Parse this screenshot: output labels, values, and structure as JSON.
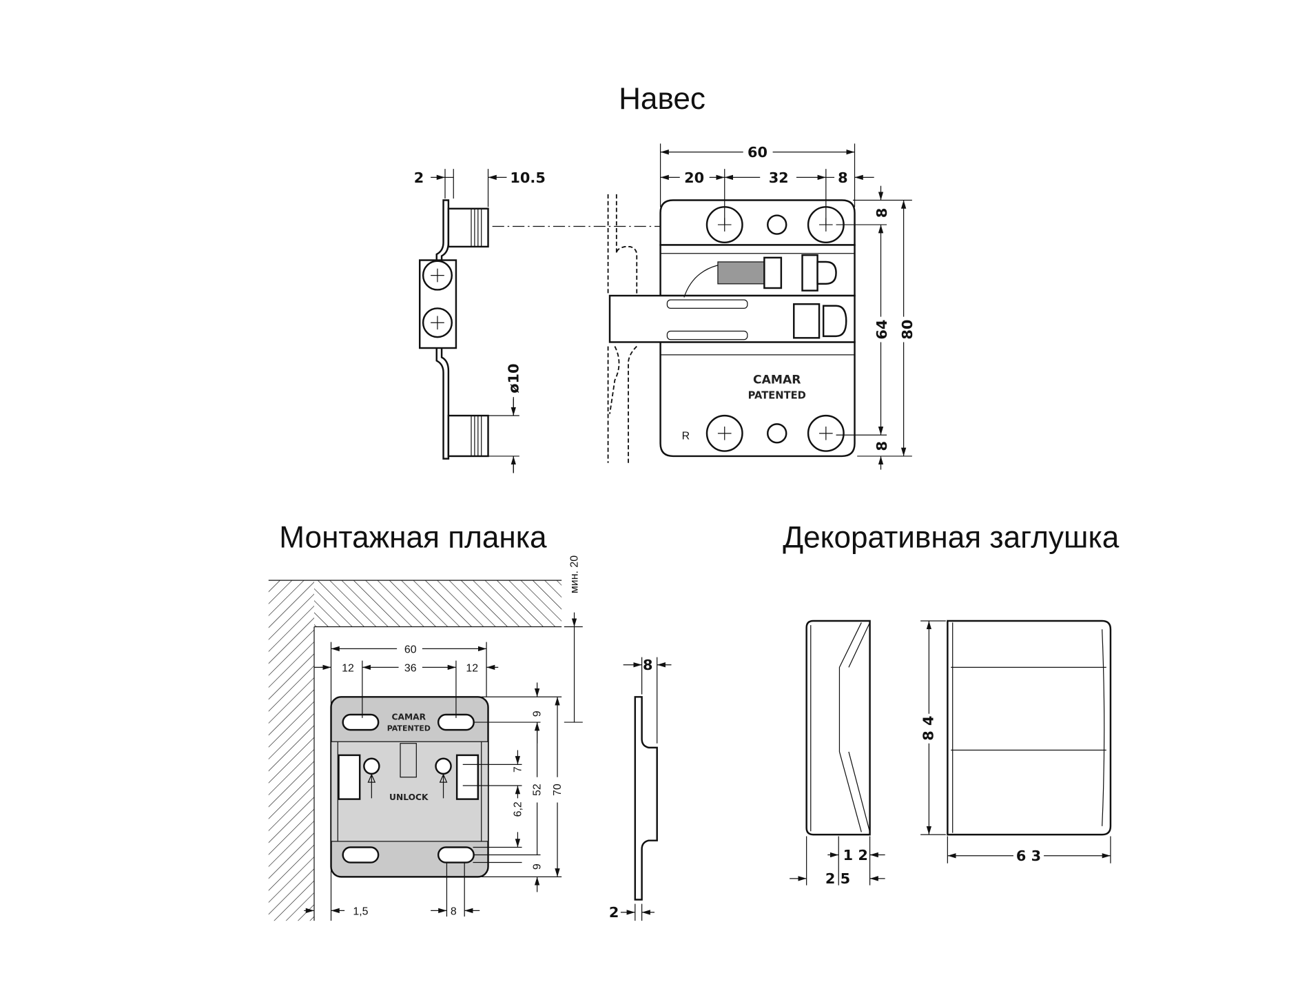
{
  "hinge": {
    "title": "Навес",
    "dims": {
      "thickness": "2",
      "depth": "10.5",
      "diameter": "ø10",
      "width": "60",
      "left": "20",
      "spacing": "32",
      "right": "8",
      "top": "8",
      "vspacing": "64",
      "bottom": "8",
      "height": "80"
    },
    "brand": "CAMAR",
    "patent": "PATENTED",
    "side_mark": "R"
  },
  "plate": {
    "title": "Монтажная планка",
    "min_label": "мин. 20",
    "dims": {
      "width": "60",
      "left": "12",
      "spacing": "36",
      "right": "12",
      "top": "9",
      "hole": "7",
      "offset": "6,2",
      "vspacing": "52",
      "height": "70",
      "bottom": "9",
      "wall_gap": "1,5",
      "slot": "8",
      "profile_depth": "8",
      "profile_thickness": "2"
    },
    "brand": "CAMAR",
    "patent": "PATENTED",
    "unlock": "UNLOCK"
  },
  "cap": {
    "title": "Декоративная заглушка",
    "dims": {
      "height": "8 4",
      "width": "6 3",
      "inner": "1 2",
      "depth": "2 5"
    }
  }
}
